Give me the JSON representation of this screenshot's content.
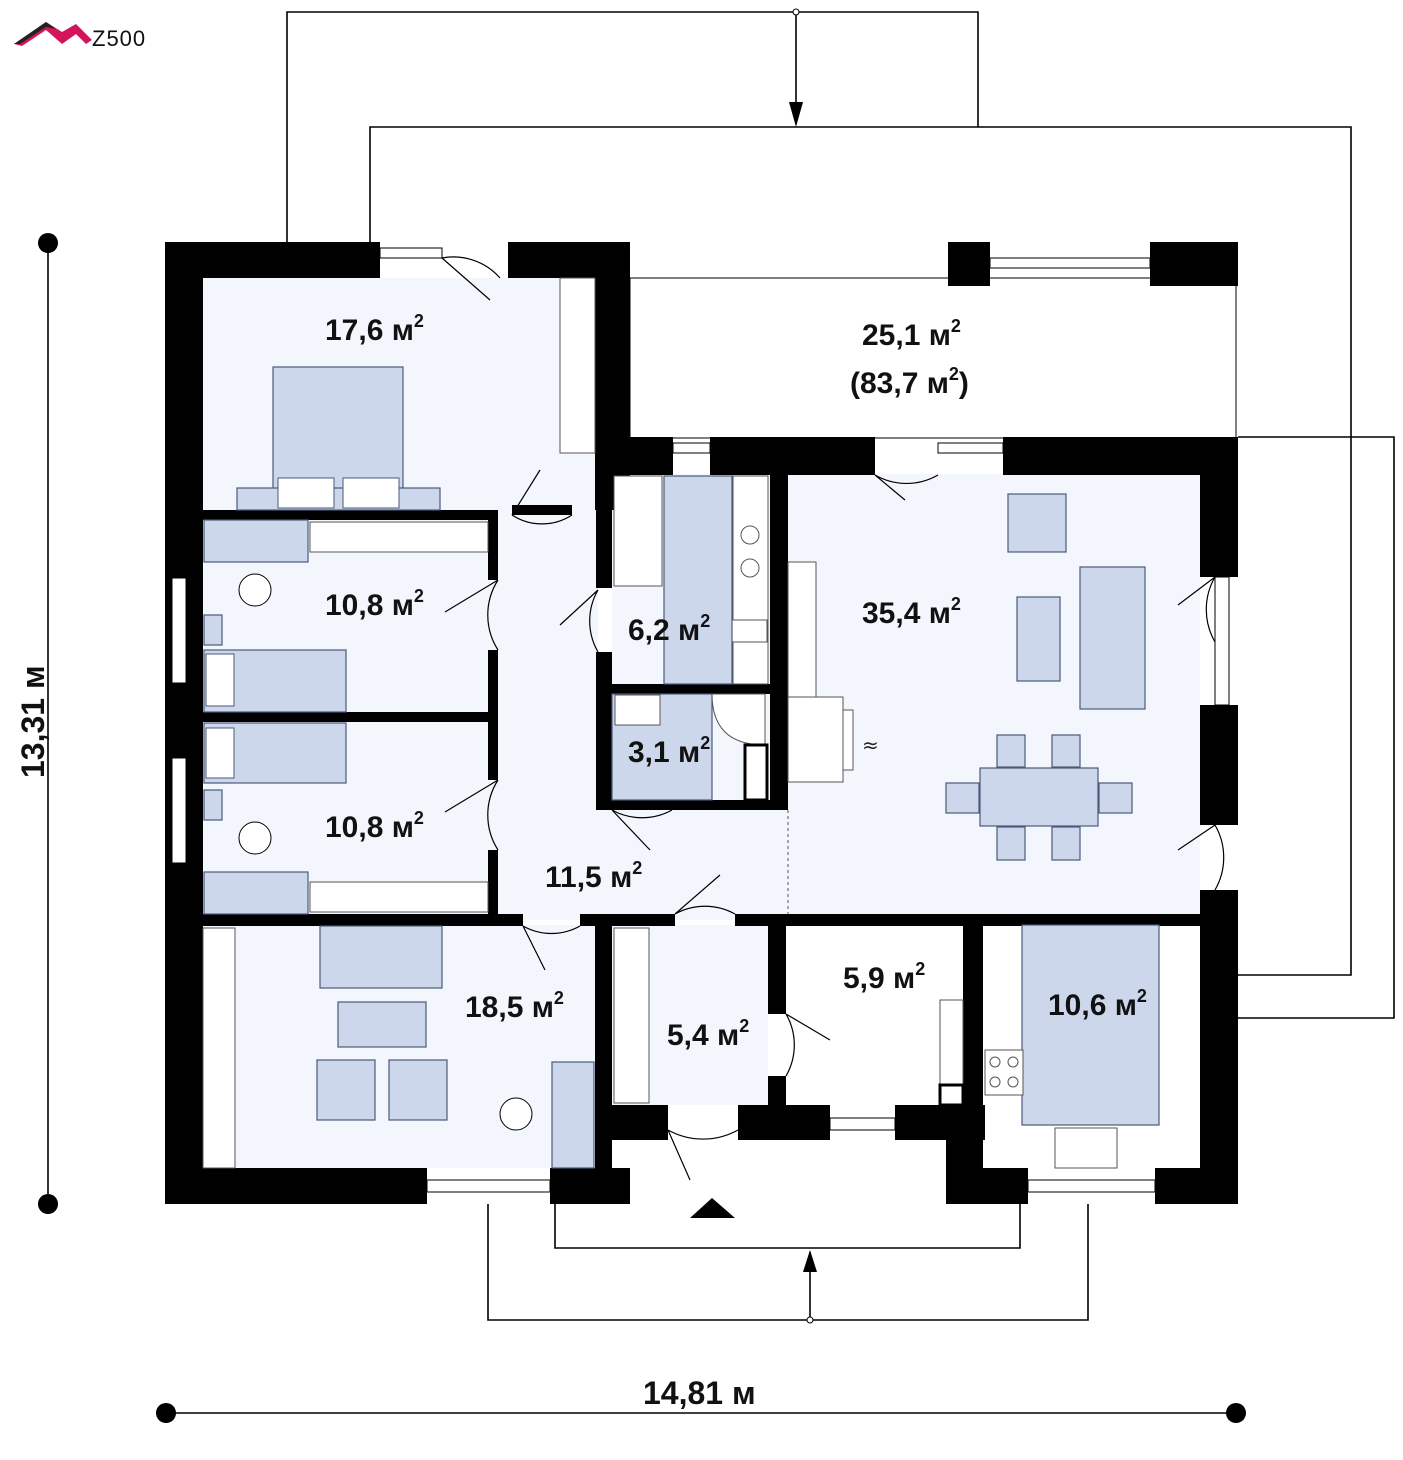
{
  "logo": {
    "text": "Z500",
    "icon": "house-roof-icon",
    "accent_color": "#d4145a"
  },
  "dimensions": {
    "width_label": "14,81 м",
    "height_label": "13,31 м"
  },
  "rooms": {
    "bedroom_master": "17,6 м",
    "terrace": "25,1 м",
    "terrace_total": "(83,7 м",
    "bedroom_2": "10,8 м",
    "bedroom_3": "10,8 м",
    "bathroom": "6,2 м",
    "wc": "3,1 м",
    "living": "35,4 м",
    "hall": "11,5 м",
    "office": "18,5 м",
    "entry": "5,4 м",
    "pantry": "5,9 м",
    "kitchen": "10,6 м"
  },
  "superscript": "2",
  "colors": {
    "walls": "#000000",
    "floor": "#f3f7fd",
    "furniture": "#cdd7ec"
  }
}
